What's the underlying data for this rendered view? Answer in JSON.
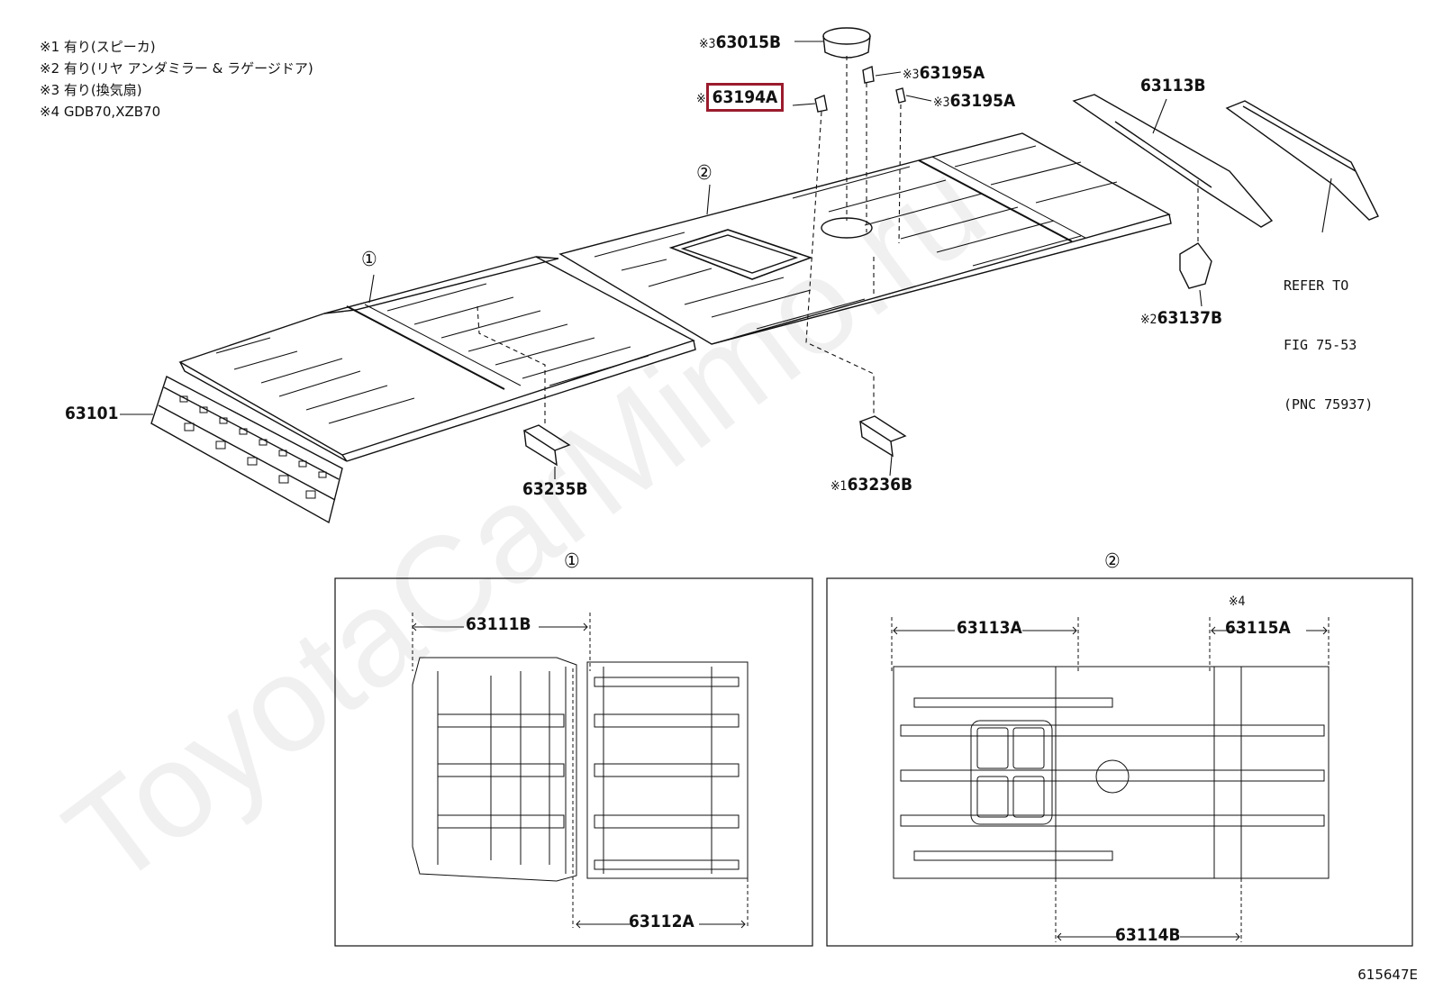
{
  "notes": [
    "※1 有り(スピーカ)",
    "※2 有り(リヤ アンダミラー & ラゲージドア)",
    "※3 有り(換気扇)",
    "※4 GDB70,XZB70"
  ],
  "parts": {
    "p63015B": {
      "mark": "※3",
      "number": "63015B"
    },
    "p63195A_1": {
      "mark": "※3",
      "number": "63195A"
    },
    "p63195A_2": {
      "mark": "※3",
      "number": "63195A"
    },
    "p63194A": {
      "mark": "※",
      "number": "63194A"
    },
    "p63113B": {
      "number": "63113B"
    },
    "p63137B": {
      "mark": "※2",
      "number": "63137B"
    },
    "p63101": {
      "number": "63101"
    },
    "p63235B": {
      "number": "63235B"
    },
    "p63236B": {
      "mark": "※1",
      "number": "63236B"
    },
    "p63111B": {
      "number": "63111B"
    },
    "p63112A": {
      "number": "63112A"
    },
    "p63113A": {
      "number": "63113A"
    },
    "p63115A": {
      "mark": "※4",
      "number": "63115A"
    },
    "p63114B": {
      "number": "63114B"
    }
  },
  "refer": [
    "REFER TO",
    "FIG 75-53",
    "(PNC 75937)"
  ],
  "callouts": {
    "one": "①",
    "two": "②"
  },
  "figure_id": "615647E",
  "watermark": "ToyotaCarMimo.ru",
  "highlight_color": "#9b1c2e"
}
